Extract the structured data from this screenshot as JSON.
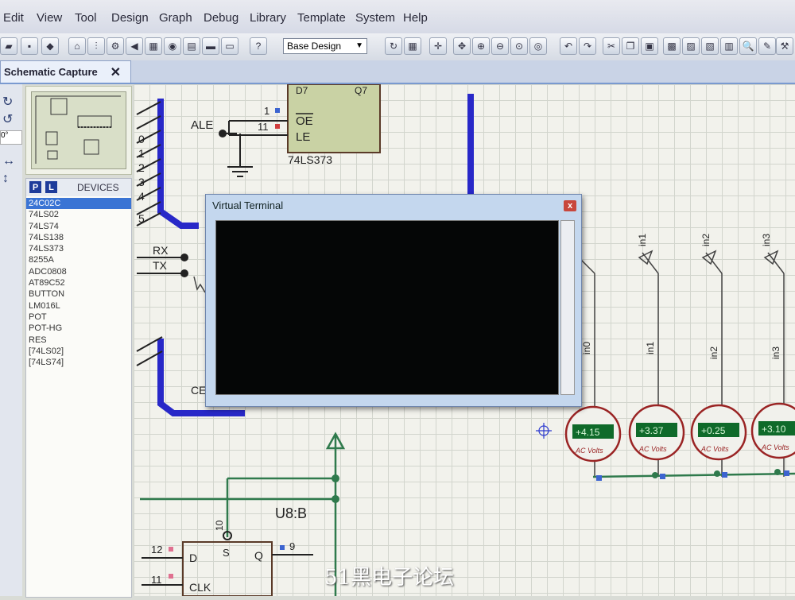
{
  "menu": [
    "Edit",
    "View",
    "Tool",
    "Design",
    "Graph",
    "Debug",
    "Library",
    "Template",
    "System",
    "Help"
  ],
  "toolbar": {
    "design_selector": "Base Design"
  },
  "tab": {
    "label": "Schematic Capture",
    "close": "✕"
  },
  "left_tools": {
    "rotation": "0°"
  },
  "devices": {
    "p_button": "P",
    "l_button": "L",
    "title": "DEVICES",
    "items": [
      "24C02C",
      "74LS02",
      "74LS74",
      "74LS138",
      "74LS373",
      "8255A",
      "ADC0808",
      "AT89C52",
      "BUTTON",
      "LM016L",
      "POT",
      "POT-HG",
      "RES",
      "[74LS02]",
      "[74LS74]"
    ]
  },
  "schematic": {
    "chip_label": "74LS373",
    "pin_oe": "OE",
    "pin_le": "LE",
    "pin_d7": "D7",
    "pin_q7": "Q7",
    "pin_oe_num": "1",
    "pin_le_num": "11",
    "net_ale": "ALE",
    "net_rx": "RX",
    "net_tx": "TX",
    "net_ce": "CE",
    "bus_numbers": [
      "0",
      "1",
      "2",
      "3",
      "4",
      "5"
    ],
    "flipflop_label": "U8:B",
    "ff_pin_d": "D",
    "ff_pin_s": "S",
    "ff_pin_q": "Q",
    "ff_pin_clk": "CLK",
    "ff_num_d": "12",
    "ff_num_clk": "11",
    "ff_num_s": "10",
    "ff_num_q": "9",
    "probe_labels": [
      "in1",
      "in2",
      "in3"
    ],
    "wire_labels": [
      "in0",
      "in1",
      "in2",
      "in3"
    ],
    "voltmeters": [
      {
        "value": "+4.15",
        "unit": "AC Volts"
      },
      {
        "value": "+3.37",
        "unit": "AC Volts"
      },
      {
        "value": "+0.25",
        "unit": "AC Volts"
      },
      {
        "value": "+3.10",
        "unit": "AC Volts"
      }
    ]
  },
  "terminal": {
    "title": "Virtual Terminal",
    "close": "x"
  },
  "watermark": "51黑电子论坛"
}
